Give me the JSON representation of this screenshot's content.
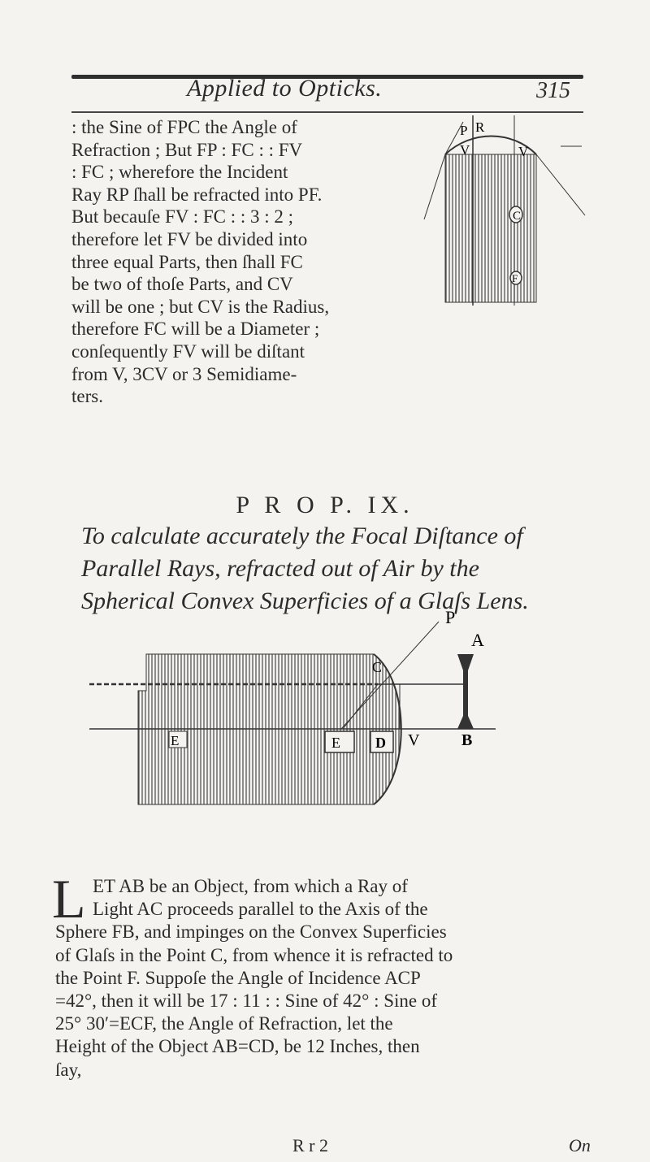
{
  "header": {
    "running_head": "Applied to Opticks.",
    "page_number": "315"
  },
  "top_paragraph": {
    "lines": [
      ": the Sine of FPC the Angle of",
      "Refraction ; But FP  :  FC : : FV",
      ": FC ; wherefore the Incident",
      "Ray RP ſhall be refracted into PF.",
      "But becauſe FV  :  FC : : 3  :  2 ;",
      "therefore let FV be divided into",
      "three equal Parts, then ſhall FC",
      "be two of thoſe Parts, and CV",
      "will be one ; but CV is the Radius,",
      "therefore FC will be a Diameter ;",
      "conſequently FV will be diſtant",
      "from V, 3CV or 3 Semidiame-",
      "ters."
    ]
  },
  "figure_top": {
    "labels": {
      "p": "P",
      "r": "R",
      "v1": "V",
      "v2": "V",
      "c": "C",
      "f": "F"
    }
  },
  "proposition": {
    "title": "P R O P.  IX.",
    "subtitle_lines": [
      "To calculate accurately the Focal Diſtance of",
      "Parallel Rays, refracted out of Air by the",
      "Spherical Convex Superficies of a Glaſs Lens."
    ]
  },
  "figure_lens": {
    "labels": {
      "p": "P",
      "c": "C",
      "a": "A",
      "e1": "E",
      "e2": "E",
      "d": "D",
      "v": "V",
      "b": "B"
    }
  },
  "main_paragraph": {
    "drop_cap": "L",
    "lines": [
      "ET AB be an Object, from which a Ray  of",
      "Light AC proceeds parallel to the Axis of the",
      "Sphere FB, and impinges on the Convex Superficies",
      "of Glaſs in the Point C, from whence it is refracted to",
      "the Point F.  Suppoſe the Angle of Incidence ACP",
      "=42°, then it will be 17  :  11 : : Sine of 42° : Sine of",
      "25° 30′=ECF, the Angle of Refraction, let the",
      "Height of the Object AB=CD, be 12 Inches, then",
      "ſay,"
    ]
  },
  "footer": {
    "signature": "R r 2",
    "catchword": "On"
  }
}
